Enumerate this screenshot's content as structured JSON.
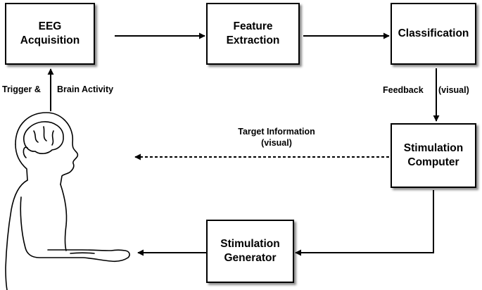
{
  "boxes": {
    "eeg_acquisition": [
      "EEG",
      "Acquisition"
    ],
    "feature_extraction": [
      "Feature",
      "Extraction"
    ],
    "classification": [
      "Classification"
    ],
    "stimulation_computer": [
      "Stimulation",
      "Computer"
    ],
    "stimulation_generator": [
      "Stimulation",
      "Generator"
    ]
  },
  "labels": {
    "trigger": "Trigger &",
    "brain_activity": "Brain Activity",
    "feedback": "Feedback",
    "feedback_visual": "(visual)",
    "target_information": "Target Information",
    "target_visual": "(visual)"
  }
}
